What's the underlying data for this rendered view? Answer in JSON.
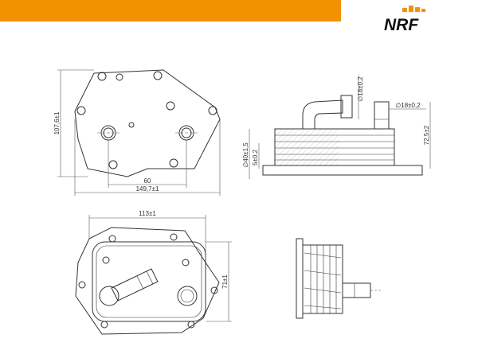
{
  "brand": {
    "name": "NRF",
    "accent": "#f39200"
  },
  "top_view": {
    "height": "107,6±1",
    "hole_spacing": "60",
    "width": "149,7±1"
  },
  "side_view": {
    "pipe_dia_top": "∅18±0,2",
    "pipe_dia_right": "∅18±0,2",
    "height_left": "∅40±1,5",
    "thickness": "5±0,2",
    "height_right": "72,5±2"
  },
  "bottom_view": {
    "width": "113±1",
    "height": "71±1"
  }
}
